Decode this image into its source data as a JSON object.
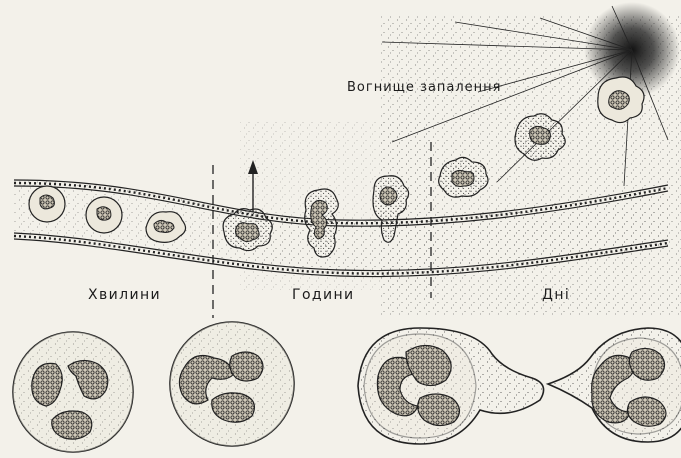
{
  "labels": {
    "focus": "Вогнище запалення",
    "minutes": "Хвилини",
    "hours": "Години",
    "days": "Дні"
  },
  "colors": {
    "paper": "#f3f1ea",
    "ink": "#1c1c1c"
  }
}
